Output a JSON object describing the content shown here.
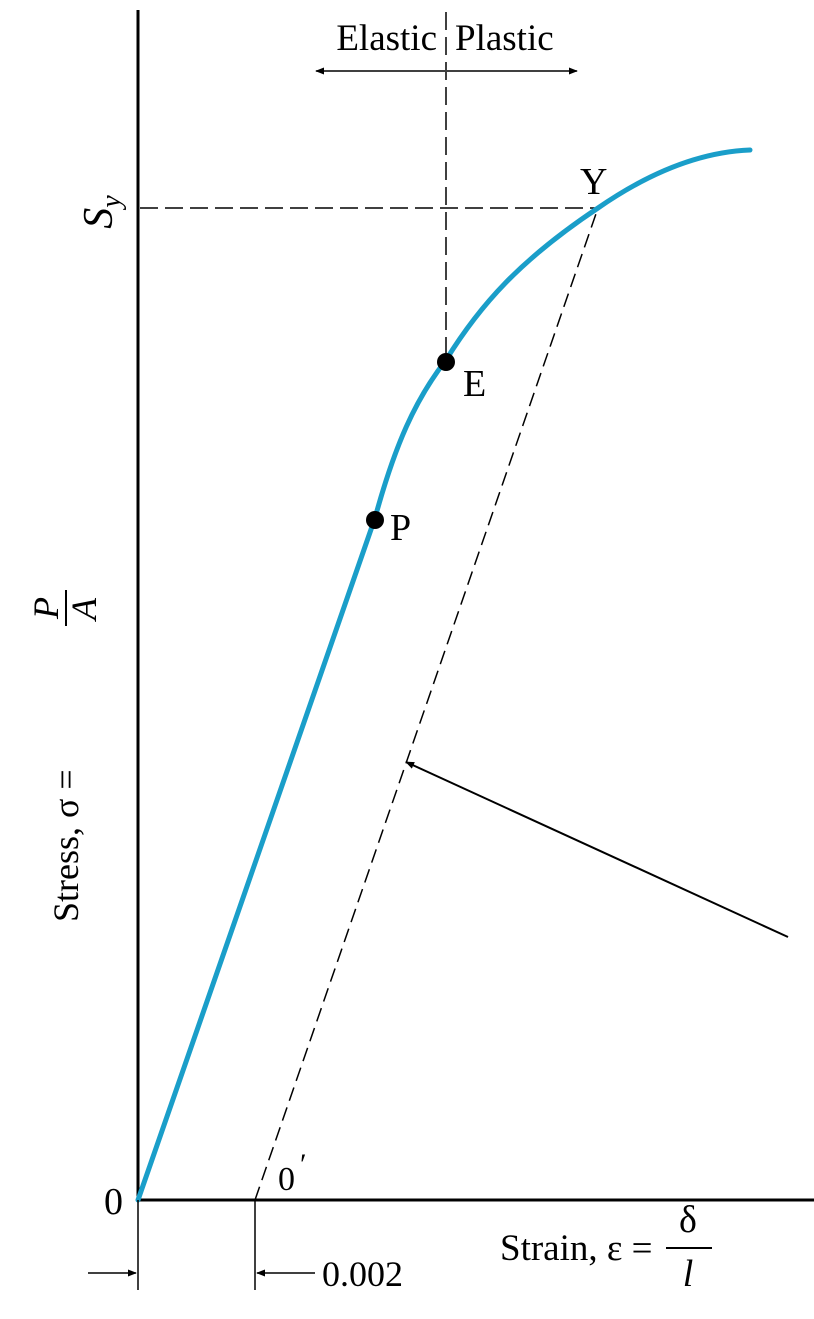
{
  "labels": {
    "elastic": "Elastic",
    "plastic": "Plastic",
    "yield_strength": "S",
    "yield_strength_sub": "y",
    "point_yield": "Y",
    "point_elastic_limit": "E",
    "point_proportional_limit": "P",
    "origin": "0",
    "offset_origin": "0",
    "offset_prime": "′",
    "offset_value": "0.002",
    "stress_axis_prefix": "Stress, σ =",
    "stress_num": "P",
    "stress_den": "A",
    "strain_axis_prefix": "Strain",
    "strain_axis_mid": ", ε =",
    "strain_num": "δ",
    "strain_den": "l"
  },
  "colors": {
    "curve": "#1a9ec9",
    "ink": "#000000"
  }
}
